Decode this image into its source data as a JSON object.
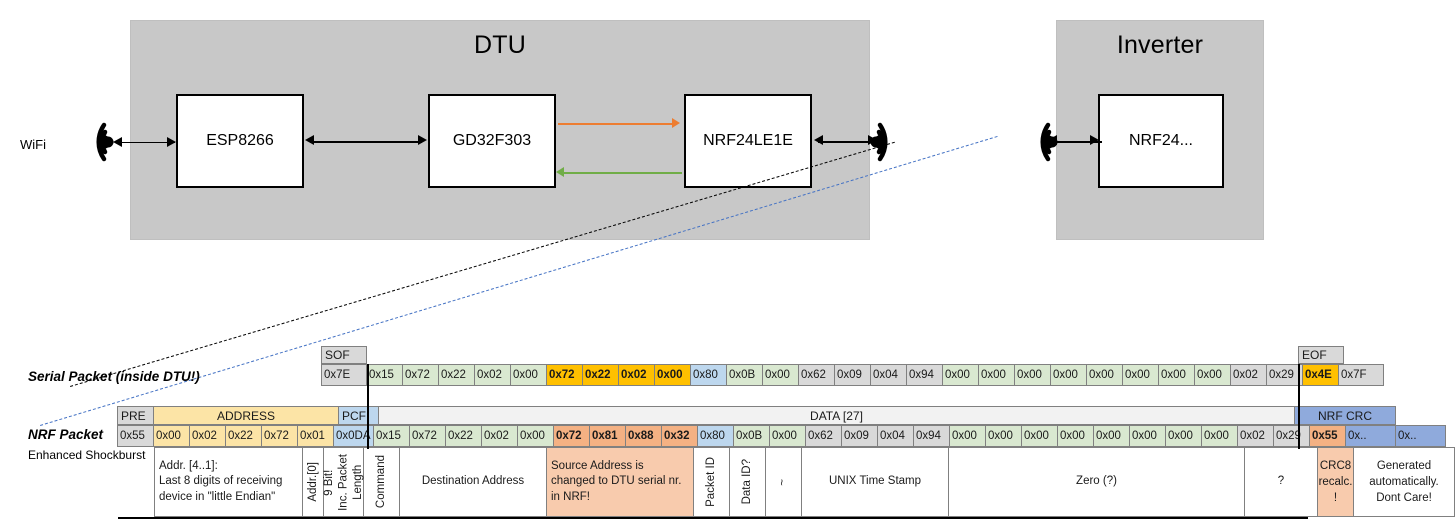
{
  "diagram": {
    "dtu": {
      "title": "DTU",
      "chips": [
        {
          "label": "ESP8266"
        },
        {
          "label": "GD32F303"
        },
        {
          "label": "NRF24LE1E"
        }
      ],
      "wifi_label": "WiFi",
      "internal_arrows": [
        {
          "name": "command-path",
          "color": "#ED7D31",
          "direction": "right"
        },
        {
          "name": "response-path",
          "color": "#70AD47",
          "direction": "left"
        }
      ]
    },
    "inverter": {
      "title": "Inverter",
      "chips": [
        {
          "label": "NRF24..."
        }
      ]
    }
  },
  "serial_packet": {
    "label": "Serial Packet (inside DTU!)",
    "headers": [
      {
        "text": "SOF",
        "span": 1
      },
      {
        "text": "EOF",
        "span": 1
      }
    ],
    "sof": {
      "header": "SOF",
      "value": "0x7E"
    },
    "eof": {
      "header": "EOF",
      "value": "0x7F"
    },
    "bytes": [
      {
        "value": "0x15",
        "color": "green",
        "bold": false
      },
      {
        "value": "0x72",
        "color": "green",
        "bold": false
      },
      {
        "value": "0x22",
        "color": "green",
        "bold": false
      },
      {
        "value": "0x02",
        "color": "green",
        "bold": false
      },
      {
        "value": "0x00",
        "color": "green",
        "bold": false
      },
      {
        "value": "0x72",
        "color": "amber",
        "bold": true
      },
      {
        "value": "0x22",
        "color": "amber",
        "bold": true
      },
      {
        "value": "0x02",
        "color": "amber",
        "bold": true
      },
      {
        "value": "0x00",
        "color": "amber",
        "bold": true
      },
      {
        "value": "0x80",
        "color": "blue",
        "bold": false
      },
      {
        "value": "0x0B",
        "color": "green",
        "bold": false
      },
      {
        "value": "0x00",
        "color": "green",
        "bold": false
      },
      {
        "value": "0x62",
        "color": "gray",
        "bold": false
      },
      {
        "value": "0x09",
        "color": "gray",
        "bold": false
      },
      {
        "value": "0x04",
        "color": "gray",
        "bold": false
      },
      {
        "value": "0x94",
        "color": "gray",
        "bold": false
      },
      {
        "value": "0x00",
        "color": "green",
        "bold": false
      },
      {
        "value": "0x00",
        "color": "green",
        "bold": false
      },
      {
        "value": "0x00",
        "color": "green",
        "bold": false
      },
      {
        "value": "0x00",
        "color": "green",
        "bold": false
      },
      {
        "value": "0x00",
        "color": "green",
        "bold": false
      },
      {
        "value": "0x00",
        "color": "green",
        "bold": false
      },
      {
        "value": "0x00",
        "color": "green",
        "bold": false
      },
      {
        "value": "0x00",
        "color": "green",
        "bold": false
      },
      {
        "value": "0x02",
        "color": "gray",
        "bold": false
      },
      {
        "value": "0x29",
        "color": "gray",
        "bold": false
      },
      {
        "value": "0x4E",
        "color": "amber",
        "bold": true
      }
    ]
  },
  "nrf_packet": {
    "label": "NRF Packet",
    "sublabel": "Enhanced Shockburst",
    "headers": [
      {
        "text": "PRE",
        "color": "gray"
      },
      {
        "text": "ADDRESS",
        "color": "yellowlight"
      },
      {
        "text": "PCF",
        "color": "blue"
      },
      {
        "text": "DATA [27]",
        "color": "offwhite"
      },
      {
        "text": "NRF CRC",
        "color": "bluemid"
      }
    ],
    "pre": {
      "value": "0x55",
      "color": "gray"
    },
    "address": [
      {
        "value": "0x00"
      },
      {
        "value": "0x02"
      },
      {
        "value": "0x22"
      },
      {
        "value": "0x72"
      },
      {
        "value": "0x01"
      }
    ],
    "pcf": {
      "value": "0x0DA"
    },
    "bytes": [
      {
        "value": "0x15",
        "color": "green",
        "bold": false
      },
      {
        "value": "0x72",
        "color": "green",
        "bold": false
      },
      {
        "value": "0x22",
        "color": "green",
        "bold": false
      },
      {
        "value": "0x02",
        "color": "green",
        "bold": false
      },
      {
        "value": "0x00",
        "color": "green",
        "bold": false
      },
      {
        "value": "0x72",
        "color": "orange",
        "bold": true
      },
      {
        "value": "0x81",
        "color": "orange",
        "bold": true
      },
      {
        "value": "0x88",
        "color": "orange",
        "bold": true
      },
      {
        "value": "0x32",
        "color": "orange",
        "bold": true
      },
      {
        "value": "0x80",
        "color": "blue",
        "bold": false
      },
      {
        "value": "0x0B",
        "color": "green",
        "bold": false
      },
      {
        "value": "0x00",
        "color": "green",
        "bold": false
      },
      {
        "value": "0x62",
        "color": "gray",
        "bold": false
      },
      {
        "value": "0x09",
        "color": "gray",
        "bold": false
      },
      {
        "value": "0x04",
        "color": "gray",
        "bold": false
      },
      {
        "value": "0x94",
        "color": "gray",
        "bold": false
      },
      {
        "value": "0x00",
        "color": "green",
        "bold": false
      },
      {
        "value": "0x00",
        "color": "green",
        "bold": false
      },
      {
        "value": "0x00",
        "color": "green",
        "bold": false
      },
      {
        "value": "0x00",
        "color": "green",
        "bold": false
      },
      {
        "value": "0x00",
        "color": "green",
        "bold": false
      },
      {
        "value": "0x00",
        "color": "green",
        "bold": false
      },
      {
        "value": "0x00",
        "color": "green",
        "bold": false
      },
      {
        "value": "0x00",
        "color": "green",
        "bold": false
      },
      {
        "value": "0x02",
        "color": "gray",
        "bold": false
      },
      {
        "value": "0x29",
        "color": "gray",
        "bold": false
      },
      {
        "value": "0x55",
        "color": "orange",
        "bold": true
      }
    ],
    "crc": [
      {
        "value": "0x.."
      },
      {
        "value": "0x.."
      }
    ],
    "descriptions": {
      "address": "Addr. [4..1]:\nLast 8 digits of receiving\ndevice in \"little Endian\"",
      "addr0": "Addr.[0]",
      "packet_length": "9 Bit!\nInc. Packet\nLength",
      "command": "Command",
      "destination": "Destination Address",
      "source": "Source Address is changed to DTU serial nr. in NRF!",
      "packet_id": "Packet ID",
      "data_id": "Data ID?",
      "tilde": "~",
      "timestamp": "UNIX Time Stamp",
      "zero": "Zero (?)",
      "unknown": "?",
      "crc8": "CRC8 recalc. !",
      "nrf_crc": "Generated automatically. Dont Care!"
    }
  }
}
